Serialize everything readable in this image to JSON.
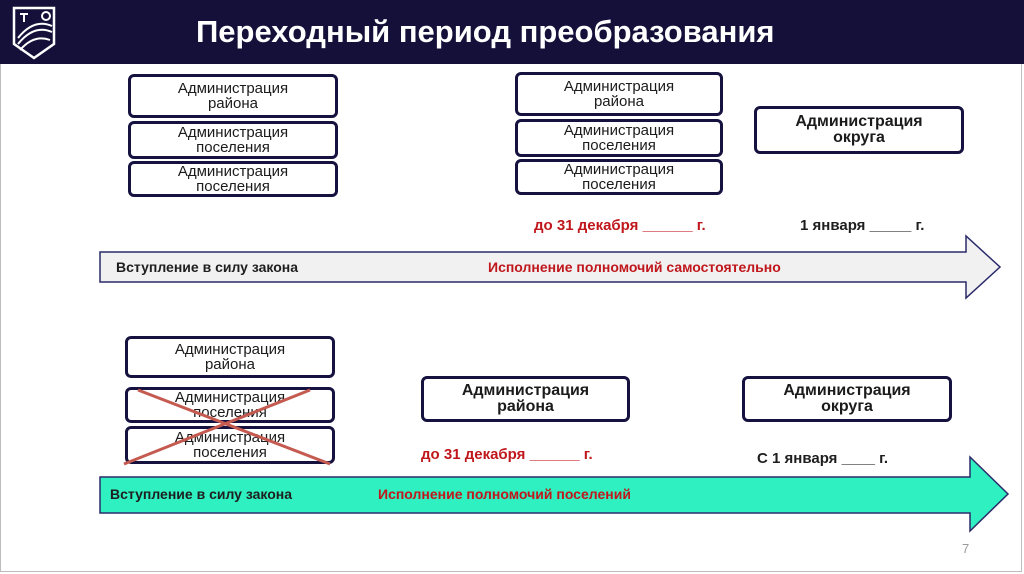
{
  "header": {
    "title": "Переходный период преобразования",
    "colors": {
      "header_bg": "#14103a",
      "box_border": "#15123f",
      "red_text": "#c0171c",
      "arrow2_fill": "#2ef0c0"
    }
  },
  "scenario1": {
    "left_boxes": [
      "Администрация\nрайона",
      "Администрация\nпоселения",
      "Администрация\nпоселения"
    ],
    "mid_boxes": [
      "Администрация\nрайона",
      "Администрация\nпоселения",
      "Администрация\nпоселения"
    ],
    "right_box": "Администрация\nокруга",
    "date_label_1": "до 31 декабря ______ г.",
    "date_label_2": "1 января _____ г.",
    "arrow_text_1": "Вступление в силу закона",
    "arrow_text_2": "Исполнение полномочий самостоятельно"
  },
  "scenario2": {
    "left_boxes": [
      "Администрация\nрайона",
      "Администрация\nпоселения",
      "Администрация\nпоселения"
    ],
    "mid_box": "Администрация\nрайона",
    "right_box": "Администрация\nокруга",
    "date_label_1": "до 31 декабря ______ г.",
    "date_label_2": "С 1 января ____ г.",
    "arrow_text_1": "Вступление в силу закона",
    "arrow_text_2": "Исполнение полномочий поселений"
  },
  "page_number": "7"
}
